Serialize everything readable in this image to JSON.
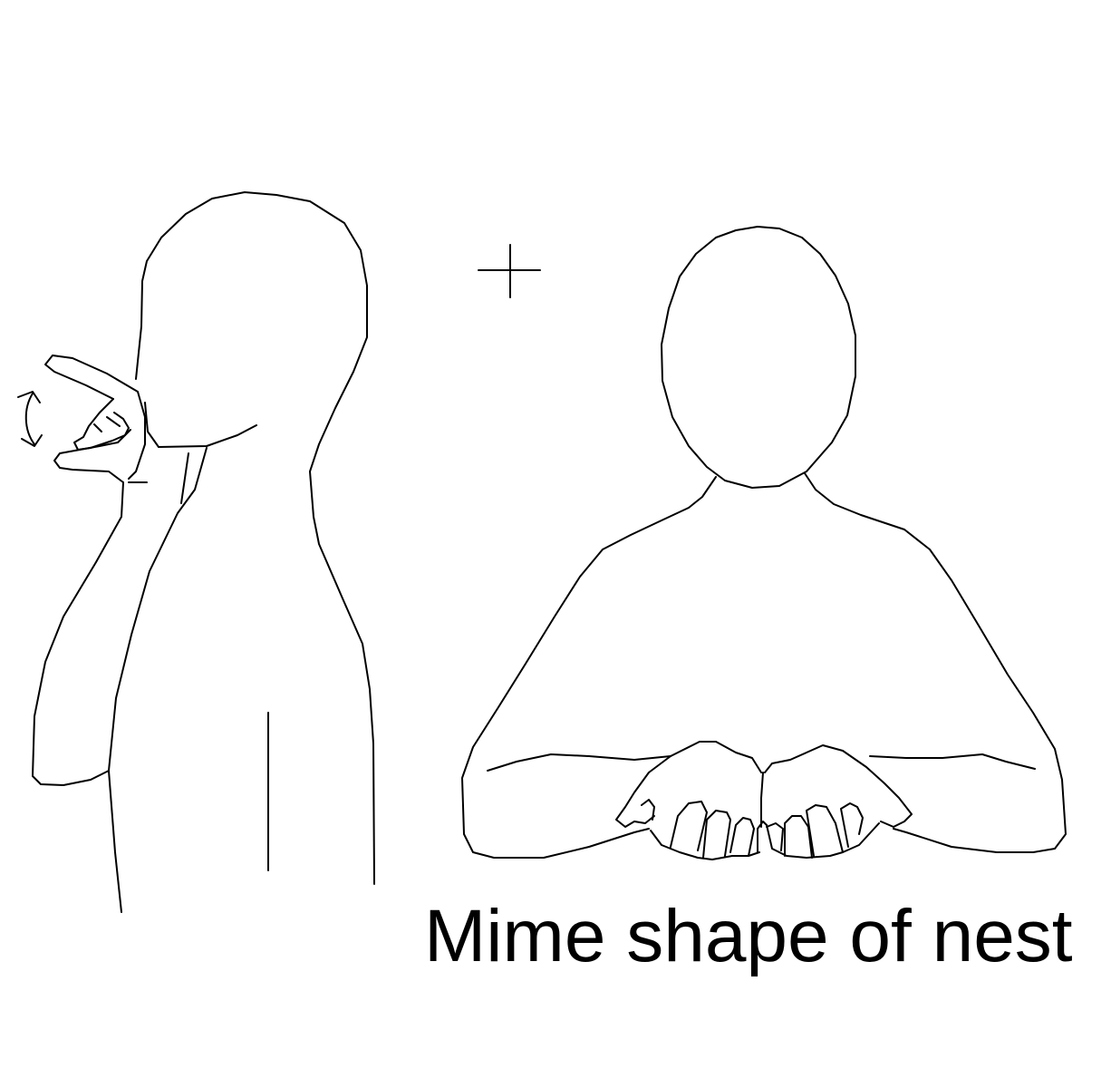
{
  "caption": "Mime shape of nest",
  "colors": {
    "background": "#ffffff",
    "ink": "#000000"
  },
  "figures": [
    {
      "name": "side-view-figure",
      "pose": "hand held at mouth, fingers opening and closing like a beak",
      "marks": [
        "movement-arrow-icon"
      ]
    },
    {
      "name": "front-view-figure",
      "pose": "both hands cupped together in front of the body forming a nest",
      "marks": [
        "cross-marker-icon"
      ]
    }
  ]
}
